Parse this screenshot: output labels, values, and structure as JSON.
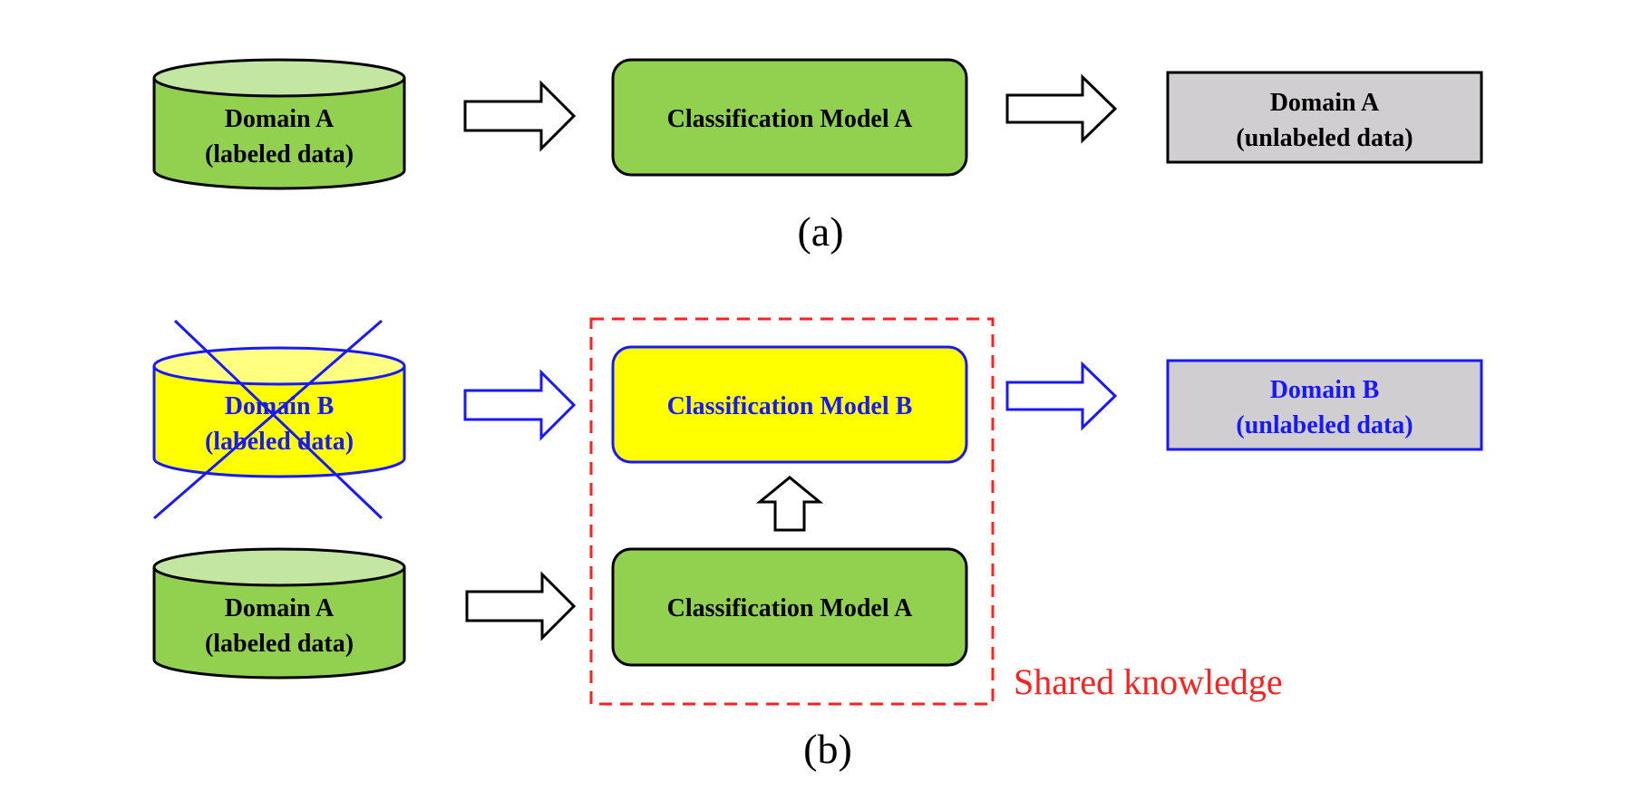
{
  "colors": {
    "green": "#92d050",
    "green_top": "#c3e6a3",
    "yellow": "#ffff00",
    "yellow_top": "#ffff80",
    "gray": "#d0ced0",
    "blue": "#1818ff",
    "red": "#ff2020",
    "black": "#000000"
  },
  "part_a": {
    "source_db": {
      "line1": "Domain A",
      "line2": "(labeled data)"
    },
    "model": {
      "label": "Classification Model A"
    },
    "target": {
      "line1": "Domain A",
      "line2": "(unlabeled data)"
    },
    "caption": "(a)"
  },
  "part_b": {
    "crossed_db": {
      "line1": "Domain B",
      "line2": "(labeled data)"
    },
    "source_db": {
      "line1": "Domain A",
      "line2": "(labeled data)"
    },
    "model_b": {
      "label": "Classification Model B"
    },
    "model_a": {
      "label": "Classification Model A"
    },
    "target": {
      "line1": "Domain B",
      "line2": "(unlabeled data)"
    },
    "shared_label": "Shared knowledge",
    "caption": "(b)"
  }
}
